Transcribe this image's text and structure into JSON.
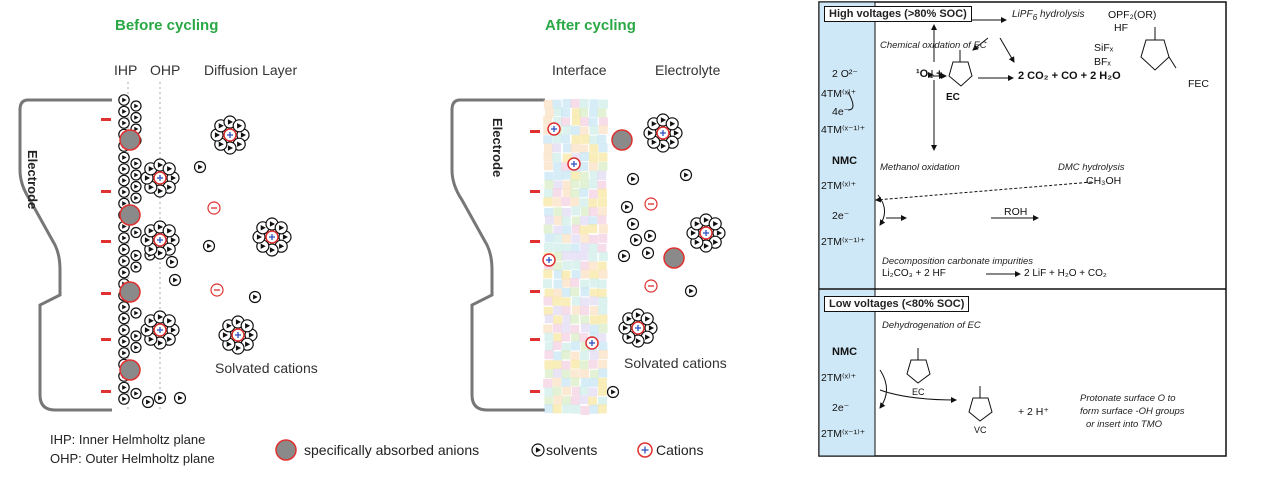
{
  "left": {
    "before_title": "Before cycling",
    "after_title": "After cycling",
    "ihp": "IHP",
    "ohp": "OHP",
    "diffusion": "Diffusion Layer",
    "interface": "Interface",
    "electrolyte": "Electrolyte",
    "electrode": "Electrode",
    "solvated1": "Solvated cations",
    "solvated2": "Solvated cations",
    "legend_ihp": "IHP: Inner Helmholtz plane",
    "legend_ohp": "OHP: Outer Helmholtz plane",
    "legend_anions": "specifically absorbed anions",
    "legend_solvents": "solvents",
    "legend_cations": "Cations",
    "colors": {
      "green": "#2aa845",
      "anion": "#8a8a8a",
      "red": "#e03030",
      "blue_panel": "#cfe8f7"
    }
  },
  "right": {
    "high_title": "High voltages (>80% SOC)",
    "low_title": "Low voltages (<80% SOC)",
    "chem_ox": "Chemical oxidation of EC",
    "lipf6": "LiPF",
    "lipf6_sub": "6",
    "lipf6_rest": " hydrolysis",
    "opf2": "OPF₂(OR)",
    "hf": "HF",
    "sif": "SiFₓ",
    "bf": "BFₓ",
    "fec": "FEC",
    "o2m": "2 O²⁻",
    "singlet": "¹O₂ +",
    "ec": "EC",
    "products": "2 CO₂ + CO + 2 H₂O",
    "tm1": "4TM⁽ˣ⁾⁺",
    "e4": "4e⁻",
    "tm2": "4TM⁽ˣ⁻¹⁾⁺",
    "nmc1": "NMC",
    "meth_ox": "Methanol oxidation",
    "dmc": "DMC hydrolysis",
    "ch3oh": "CH₃OH",
    "tm3": "2TM⁽ˣ⁾⁺",
    "e2a": "2e⁻",
    "tm4": "2TM⁽ˣ⁻¹⁾⁺",
    "roh": "ROH",
    "decomp": "Decomposition carbonate impurities",
    "li2co3": "Li₂CO₃ + 2 HF",
    "li2co3_prod": "2 LiF + H₂O + CO₂",
    "nmc2": "NMC",
    "dehyd": "Dehydrogenation of EC",
    "tm5": "2TM⁽ˣ⁾⁺",
    "e2b": "2e⁻",
    "tm6": "2TM⁽ˣ⁻¹⁾⁺",
    "ec2": "EC",
    "vc": "VC",
    "h2": "+ 2 H⁺",
    "protonate1": "Protonate surface O to",
    "protonate2": "form surface -OH groups",
    "protonate3": "or insert into TMO"
  }
}
